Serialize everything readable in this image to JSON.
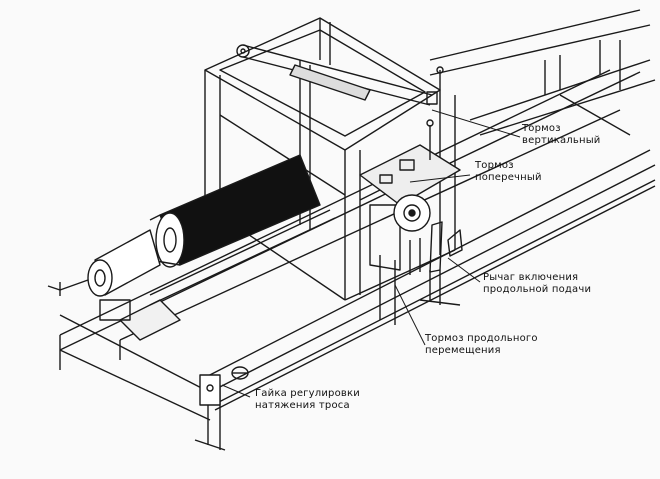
{
  "labels": {
    "brake_vertical": [
      "Тормоз",
      "вертикальный"
    ],
    "brake_transverse": [
      "Тормоз",
      "поперечный"
    ],
    "feed_lever": [
      "Рычаг включения",
      "продольной подачи"
    ],
    "brake_longitudinal": [
      "Тормоз продольного",
      "перемещения"
    ],
    "tension_nut": [
      "Гайка регулировки",
      "натяжения троса"
    ]
  }
}
